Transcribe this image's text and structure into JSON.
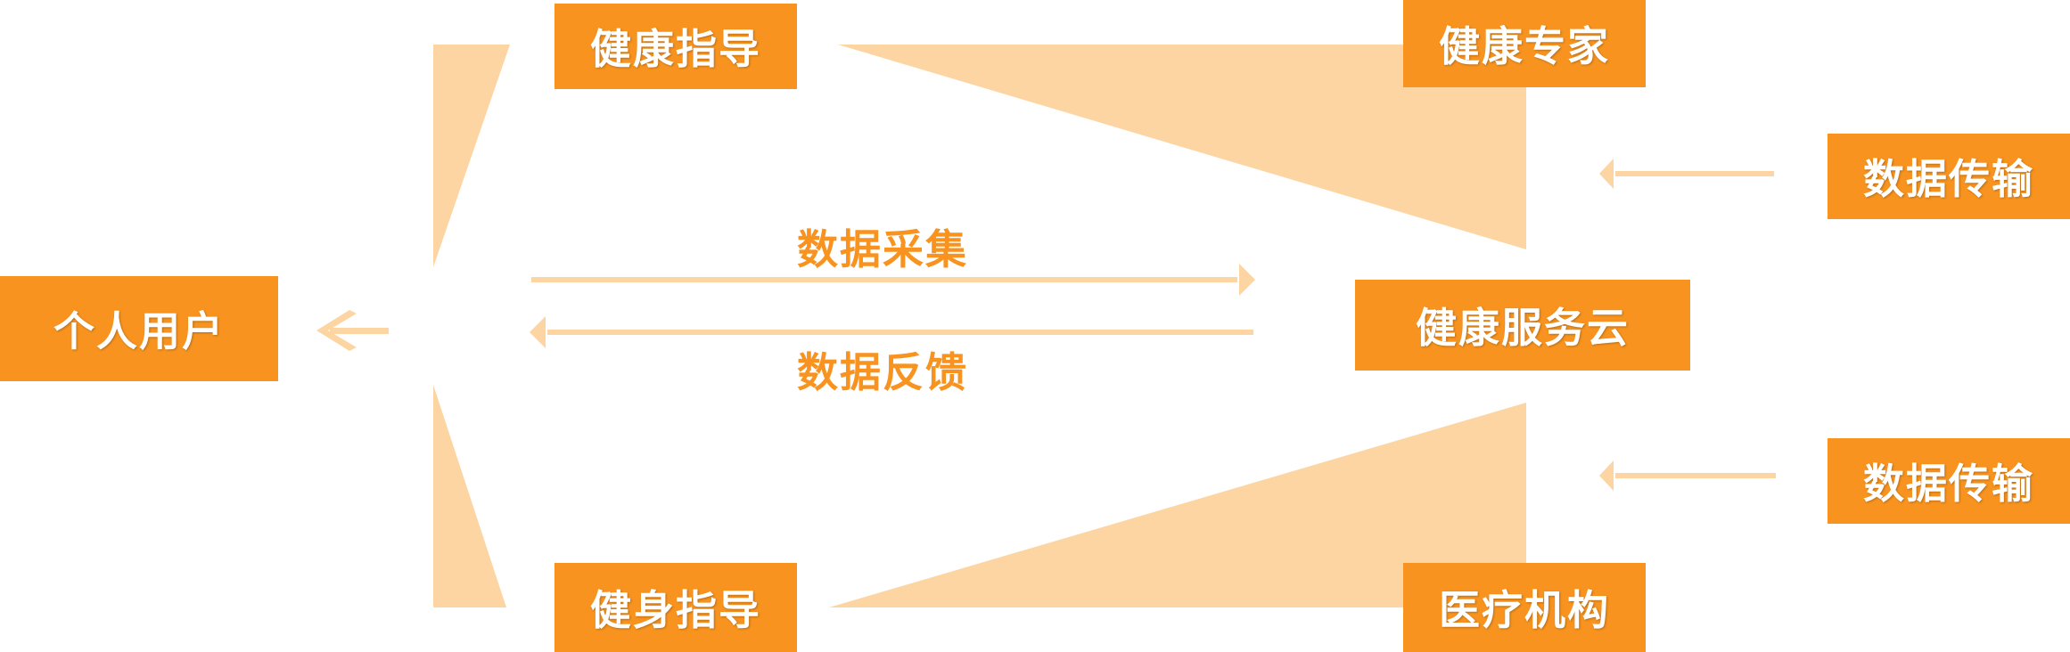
{
  "colors": {
    "box_fill": "#F7931E",
    "box_text": "#FFFFFF",
    "flow_fill": "#FDD5A3",
    "label_text": "#F7931E"
  },
  "nodes": {
    "user": "个人用户",
    "health_guidance": "健康指导",
    "health_expert": "健康专家",
    "data_transfer_top": "数据传输",
    "health_cloud": "健康服务云",
    "data_transfer_bottom": "数据传输",
    "fitness_guidance": "健身指导",
    "medical_institution": "医疗机构"
  },
  "edges": {
    "data_collection": "数据采集",
    "data_feedback": "数据反馈"
  }
}
